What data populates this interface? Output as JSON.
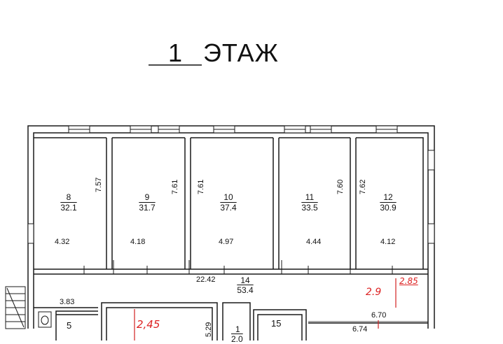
{
  "title": {
    "number": "1",
    "word": "ЭТАЖ"
  },
  "rooms": [
    {
      "number": "8",
      "area": "32.1",
      "depth": "7.57",
      "width": "4.32"
    },
    {
      "number": "9",
      "area": "31.7",
      "depth": "7.61",
      "width": "4.18"
    },
    {
      "number": "10",
      "area": "37.4",
      "depth": "7.61",
      "width": "4.97"
    },
    {
      "number": "11",
      "area": "33.5",
      "depth": "7.60",
      "width": "4.44"
    },
    {
      "number": "12",
      "area": "30.9",
      "depth": "7.62",
      "width": "4.12"
    }
  ],
  "corridor": {
    "number": "14",
    "area": "53.4",
    "length": "22.42"
  },
  "dimensions": {
    "d383": "3.83",
    "d529": "5.29",
    "d670": "6.70",
    "d674": "6.74"
  },
  "small_rooms": {
    "r5": "5",
    "r1": "1",
    "r1_area": "2.0",
    "r15": "15"
  },
  "handwritten": {
    "h29": "2.9",
    "h285": "2.85",
    "h245": "2,45"
  },
  "colors": {
    "lines": "#1a1a1a",
    "handwritten": "#d22222",
    "background": "#ffffff"
  }
}
